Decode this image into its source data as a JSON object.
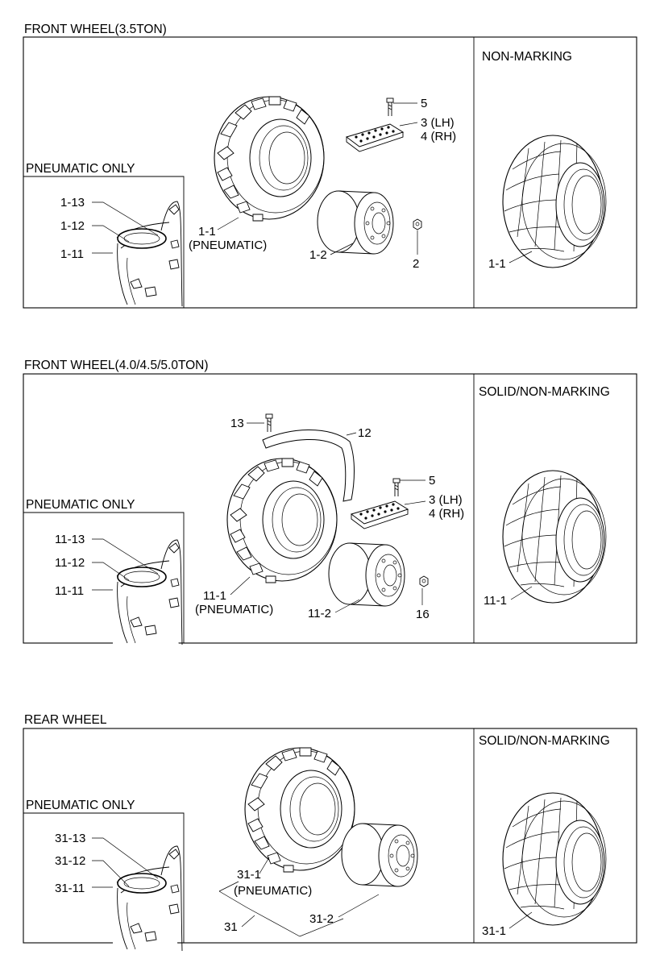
{
  "sections": [
    {
      "title": "FRONT WHEEL(3.5TON)",
      "inset_title": "PNEUMATIC ONLY",
      "side_title": "NON-MARKING",
      "inset_labels": [
        "1-13",
        "1-12",
        "1-11"
      ],
      "tire_label": "1-1",
      "tire_sublabel": "(PNEUMATIC)",
      "rim_label": "1-2",
      "nut_label": "2",
      "bolt_label": "5",
      "plate_lh": "3 (LH)",
      "plate_rh": "4 (RH)",
      "side_tire_label": "1-1"
    },
    {
      "title": "FRONT WHEEL(4.0/4.5/5.0TON)",
      "inset_title": "PNEUMATIC ONLY",
      "side_title": "SOLID/NON-MARKING",
      "inset_labels": [
        "11-13",
        "11-12",
        "11-11"
      ],
      "tire_label": "11-1",
      "tire_sublabel": "(PNEUMATIC)",
      "rim_label": "11-2",
      "nut_label": "16",
      "bolt_label": "5",
      "plate_lh": "3 (LH)",
      "plate_rh": "4 (RH)",
      "fender_bolt_label": "13",
      "fender_label": "12",
      "side_tire_label": "11-1"
    },
    {
      "title": "REAR WHEEL",
      "inset_title": "PNEUMATIC ONLY",
      "side_title": "SOLID/NON-MARKING",
      "inset_labels": [
        "31-13",
        "31-12",
        "31-11"
      ],
      "tire_label": "31-1",
      "tire_sublabel": "(PNEUMATIC)",
      "rim_label": "31-2",
      "assembly_label": "31",
      "side_tire_label": "31-1"
    }
  ]
}
